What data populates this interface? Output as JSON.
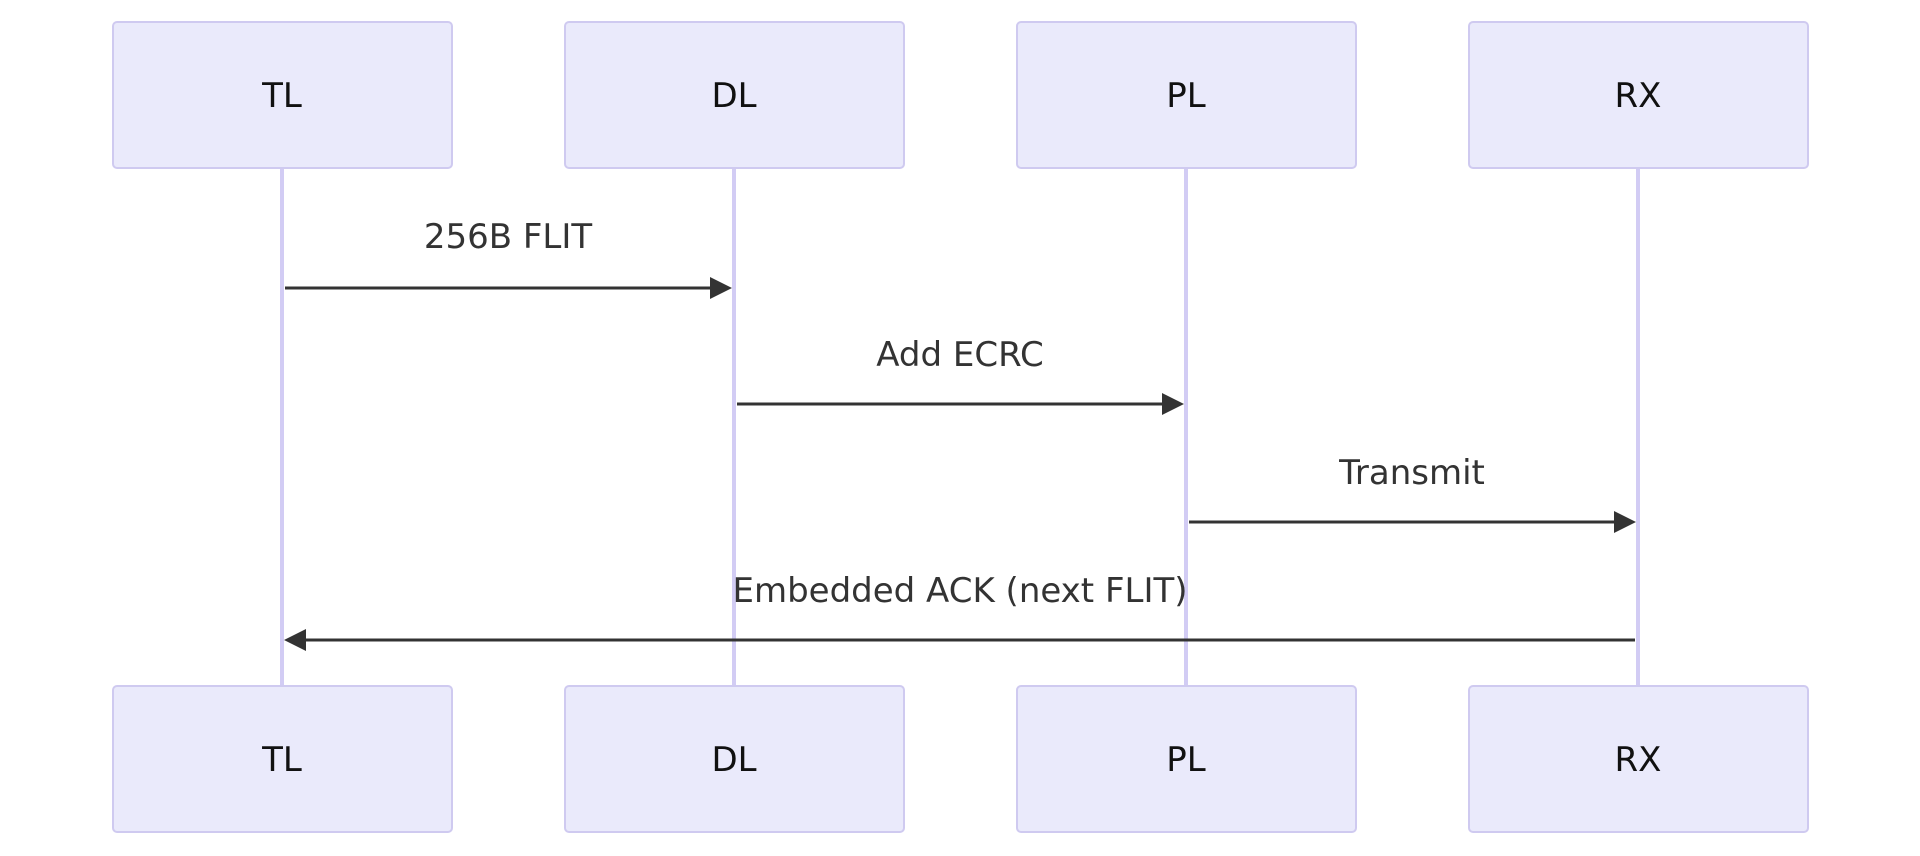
{
  "actors": [
    {
      "id": "tl",
      "label": "TL"
    },
    {
      "id": "dl",
      "label": "DL"
    },
    {
      "id": "pl",
      "label": "PL"
    },
    {
      "id": "rx",
      "label": "RX"
    }
  ],
  "messages": [
    {
      "from": "tl",
      "to": "dl",
      "label": "256B FLIT"
    },
    {
      "from": "dl",
      "to": "pl",
      "label": "Add ECRC"
    },
    {
      "from": "pl",
      "to": "rx",
      "label": "Transmit"
    },
    {
      "from": "rx",
      "to": "tl",
      "label": "Embedded ACK (next FLIT)"
    }
  ]
}
